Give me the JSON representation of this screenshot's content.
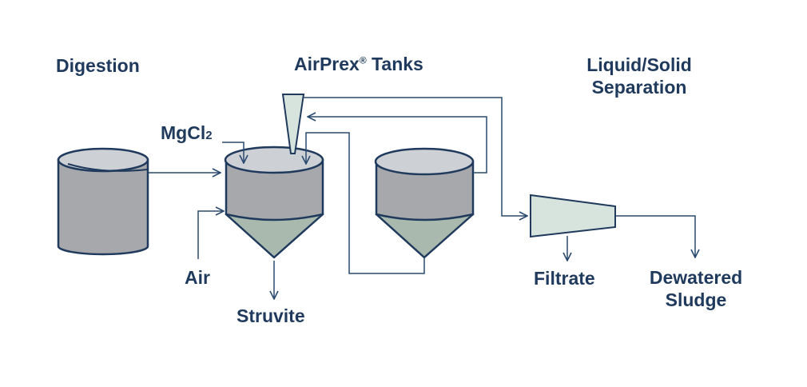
{
  "colors": {
    "outline": "#1f3a5c",
    "line": "#2b4a70",
    "tank_body": "#a6a8ac",
    "tank_top": "#cdd0d4",
    "cone": "#a9b9ad",
    "separator": "#d7e4de"
  },
  "labels": {
    "digestion": "Digestion",
    "airprex_name": "AirPrex",
    "airprex_mark": "®",
    "airprex_tanks": " Tanks",
    "lss_line1": "Liquid/Solid",
    "lss_line2": "Separation",
    "mgcl_main": "MgCl",
    "mgcl_sub": "2",
    "air": "Air",
    "struvite": "Struvite",
    "filtrate": "Filtrate",
    "dewatered_line1": "Dewatered",
    "dewatered_line2": "Sludge"
  }
}
